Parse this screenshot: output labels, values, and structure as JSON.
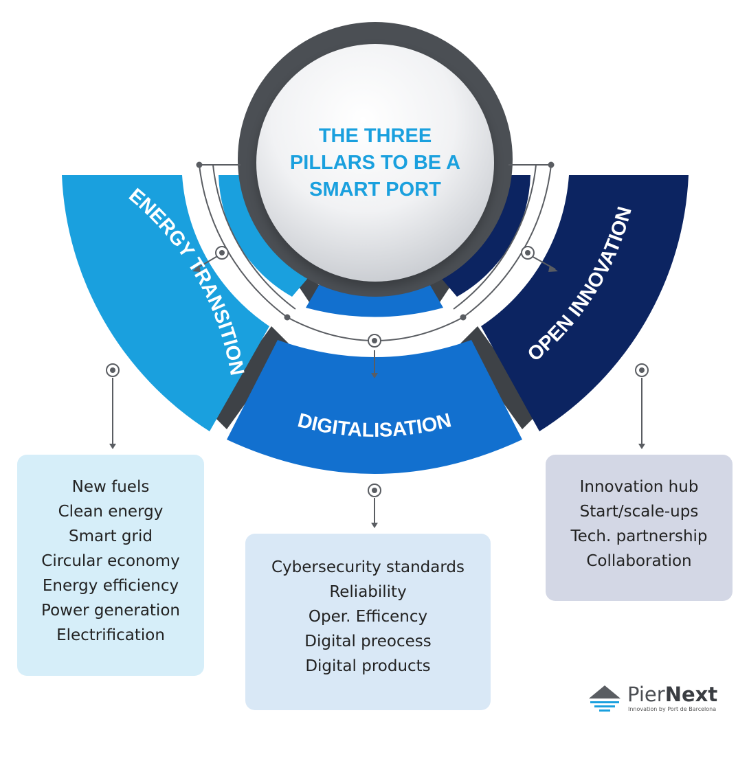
{
  "center_title": {
    "line1": "THE THREE",
    "line2": "PILLARS TO BE A",
    "line3": "SMART PORT"
  },
  "pillars": [
    {
      "label": "ENERGY TRANSITION",
      "color": "#1aa0de",
      "items": [
        "New fuels",
        "Clean energy",
        "Smart grid",
        "Circular economy",
        "Energy efficiency",
        "Power generation",
        "Electrification"
      ]
    },
    {
      "label": "DIGITALISATION",
      "color": "#1270cf",
      "items": [
        "Cybersecurity standards",
        "Reliability",
        "Oper. Efficency",
        "Digital preocess",
        "Digital products"
      ]
    },
    {
      "label": "OPEN INNOVATION",
      "color": "#0c2461",
      "items": [
        "Innovation hub",
        "Start/scale-ups",
        "Tech. partnership",
        "Collaboration"
      ]
    }
  ],
  "colors": {
    "title_blue": "#1aa0de",
    "ring_dark": "#4b4f54",
    "energy_box": "#d6eef9",
    "digital_box": "#d9e8f6",
    "open_box": "#d3d7e5"
  },
  "brand": {
    "name_light": "Pier",
    "name_bold": "Next",
    "tagline": "Innovation by Port de Barcelona",
    "icon": "piernext-logo-icon"
  }
}
